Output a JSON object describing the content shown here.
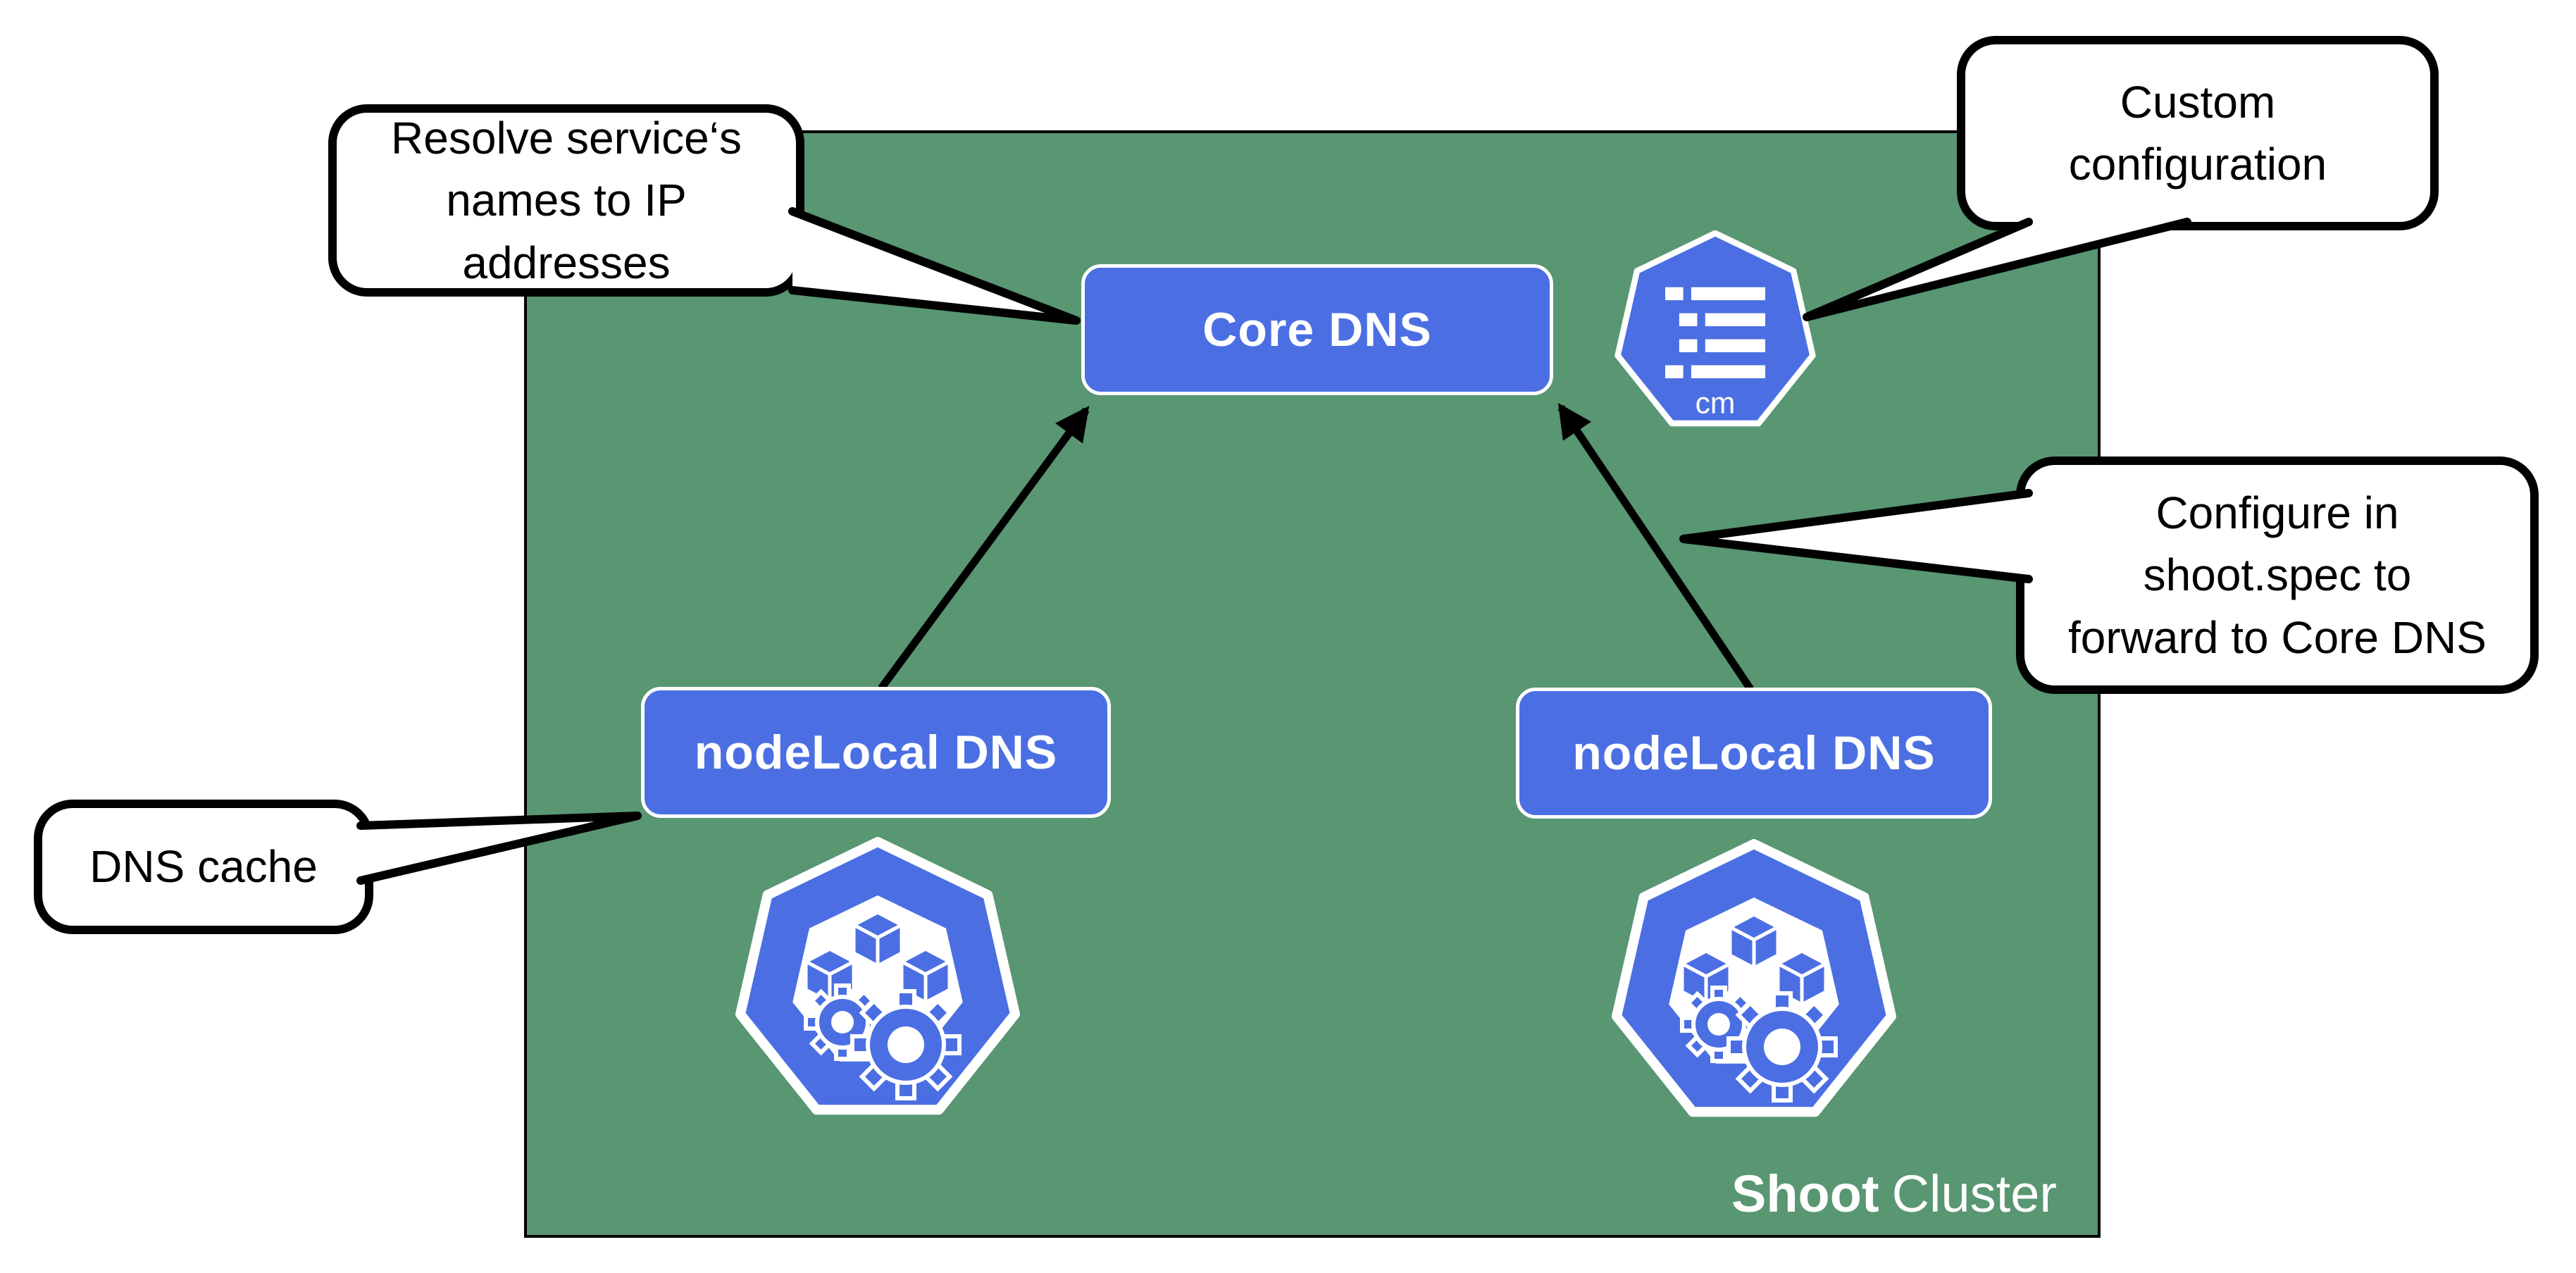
{
  "cluster": {
    "label_bold": "Shoot",
    "label_rest": "Cluster"
  },
  "nodes": {
    "core_dns": "Core DNS",
    "node_local_left": "nodeLocal DNS",
    "node_local_right": "nodeLocal DNS"
  },
  "callouts": {
    "resolve": "Resolve service‘s\nnames to IP\naddresses",
    "custom_config": "Custom\nconfiguration",
    "shoot_spec": "Configure in\nshoot.spec to\nforward to Core DNS",
    "dns_cache": "DNS cache"
  },
  "icons": {
    "configmap_label": "cm",
    "configmap_icon": "kubernetes-configmap-heptagon",
    "node_icon": "kubernetes-node-heptagon"
  },
  "colors": {
    "cluster_green": "#599672",
    "kubernetes_blue": "#4B6FE3",
    "outline_black": "#000000",
    "bubble_white": "#FFFFFF"
  }
}
